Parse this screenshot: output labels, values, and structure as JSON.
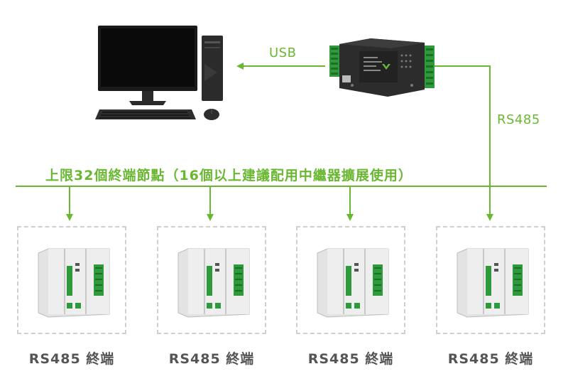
{
  "labels": {
    "usb": "USB",
    "rs485": "RS485",
    "bus_title": "上限32個終端節點（16個以上建議配用中繼器擴展使用）"
  },
  "terminals": [
    {
      "label": "RS485 終端"
    },
    {
      "label": "RS485 終端"
    },
    {
      "label": "RS485 終端"
    },
    {
      "label": "RS485 終端"
    }
  ],
  "colors": {
    "line": "#6ab832",
    "terminal_text": "#555555",
    "box_border": "#cfcfcf"
  },
  "icons": [
    "desktop-computer-icon",
    "usb-to-rs485-converter-icon",
    "rs485-terminal-device-icon"
  ]
}
